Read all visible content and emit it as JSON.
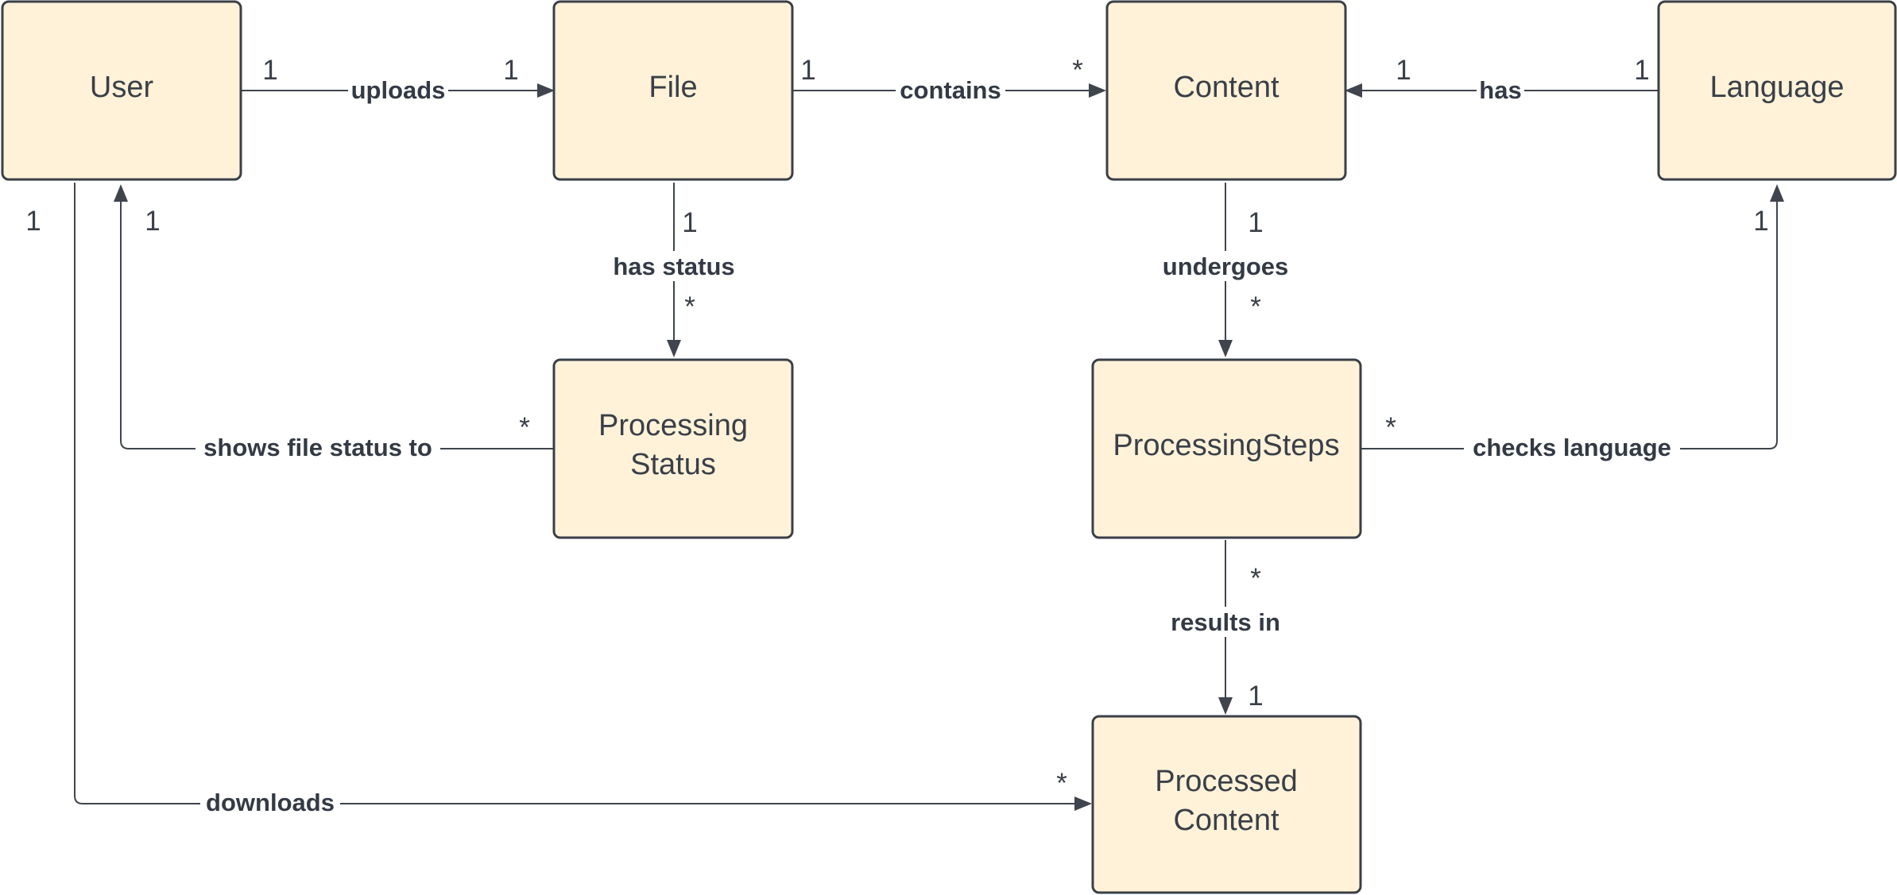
{
  "entities": {
    "user": "User",
    "file": "File",
    "content": "Content",
    "language": "Language",
    "processing_status": [
      "Processing",
      "Status"
    ],
    "processing_steps": "ProcessingSteps",
    "processed_content": [
      "Processed",
      "Content"
    ]
  },
  "relations": {
    "uploads": {
      "label": "uploads",
      "source_mult": "1",
      "target_mult": "1"
    },
    "contains": {
      "label": "contains",
      "source_mult": "1",
      "target_mult": "*"
    },
    "has": {
      "label": "has",
      "source_mult": "1",
      "target_mult": "1"
    },
    "has_status": {
      "label": "has status",
      "source_mult": "1",
      "target_mult": "*"
    },
    "undergoes": {
      "label": "undergoes",
      "source_mult": "1",
      "target_mult": "*"
    },
    "shows_file_status_to": {
      "label": "shows file status to",
      "source_mult": "*",
      "target_mult": "1"
    },
    "checks_language": {
      "label": "checks language",
      "source_mult": "*",
      "target_mult": "1"
    },
    "results_in": {
      "label": "results in",
      "source_mult": "*",
      "target_mult": "1"
    },
    "downloads": {
      "label": "downloads",
      "source_mult": "1",
      "target_mult": "*"
    }
  },
  "colors": {
    "box_fill": "#fff2d9",
    "box_stroke": "#3a3f47",
    "edge": "#3f444d"
  }
}
